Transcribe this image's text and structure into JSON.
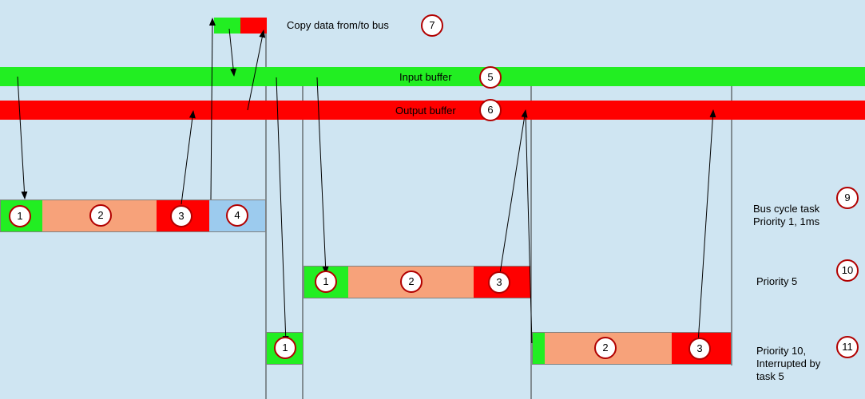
{
  "colors": {
    "background": "#cfe5f2",
    "input_buffer": "#22ee22",
    "output_buffer": "#ff0000",
    "step_read": "#22ee22",
    "step_compute": "#f7a27a",
    "step_write": "#ff0000",
    "step_idle": "#9ccbee",
    "marker_border": "#b10000"
  },
  "labels": {
    "copy_data": "Copy data from/to bus",
    "input_buffer": "Input buffer",
    "output_buffer": "Output buffer",
    "bus_cycle_task_line1": "Bus cycle task",
    "bus_cycle_task_line2": "Priority 1, 1ms",
    "priority5": "Priority 5",
    "priority10_line1": "Priority 10,",
    "priority10_line2": "Interrupted by",
    "priority10_line3": "task 5"
  },
  "markers": {
    "copy": "7",
    "input": "5",
    "output": "6",
    "bus_task": "9",
    "priority5": "10",
    "priority10": "11"
  },
  "tasks": {
    "bus_cycle": {
      "steps": [
        "1",
        "2",
        "3",
        "4"
      ]
    },
    "priority5": {
      "steps": [
        "1",
        "2",
        "3"
      ]
    },
    "priority10_first": {
      "steps": [
        "1"
      ]
    },
    "priority10_second": {
      "steps": [
        "2",
        "3"
      ]
    }
  }
}
